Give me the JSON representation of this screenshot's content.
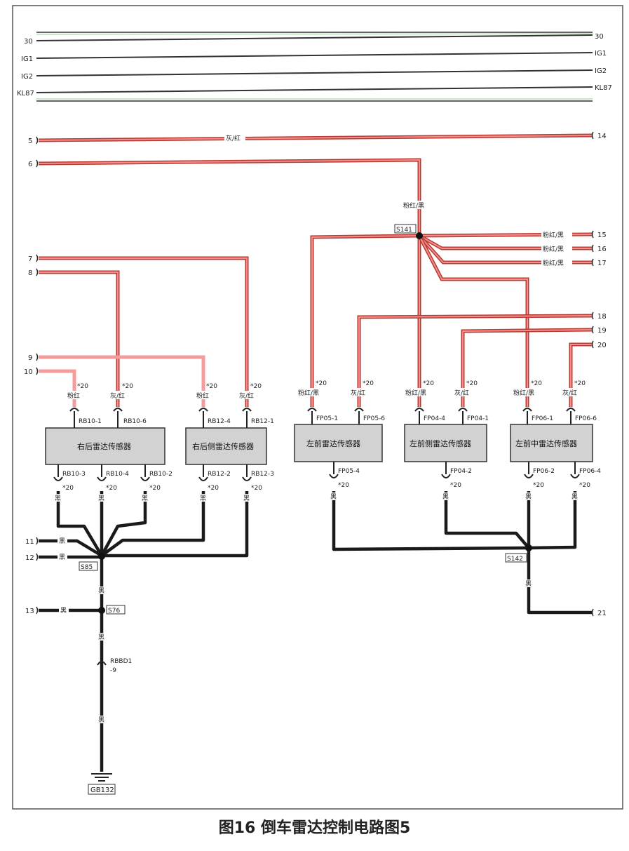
{
  "caption": "图16  倒车雷达控制电路图5",
  "buses": {
    "left": [
      "30",
      "IG1",
      "IG2",
      "KL87"
    ],
    "right": [
      "30",
      "IG1",
      "IG2",
      "KL87"
    ]
  },
  "pins_left": [
    "5",
    "6",
    "7",
    "8",
    "9",
    "10",
    "11",
    "12",
    "13"
  ],
  "pins_right": [
    "14",
    "15",
    "16",
    "17",
    "18",
    "19",
    "20",
    "21"
  ],
  "wire_colors": {
    "gray_red": "灰/红",
    "pink_red": "粉红",
    "pink_red_black": "粉红/黑",
    "black": "黑"
  },
  "splices": [
    "S141",
    "S85",
    "S142",
    "S76"
  ],
  "ground": "GB132",
  "inline_connector": [
    "RBBD1",
    "-9"
  ],
  "option_mark": "*20",
  "modules": [
    {
      "name": "右后雷达传感器",
      "top_pins": [
        "RB10-1",
        "RB10-6"
      ],
      "bottom_pins": [
        "RB10-3",
        "RB10-4",
        "RB10-2"
      ]
    },
    {
      "name": "右后侧雷达传感器",
      "top_pins": [
        "RB12-4",
        "RB12-1"
      ],
      "bottom_pins": [
        "RB12-2",
        "RB12-3"
      ]
    },
    {
      "name": "左前雷达传感器",
      "top_pins": [
        "FP05-1",
        "FP05-6"
      ],
      "bottom_pins": [
        "FP05-4"
      ]
    },
    {
      "name": "左前侧雷达传感器",
      "top_pins": [
        "FP04-4",
        "FP04-1"
      ],
      "bottom_pins": [
        "FP04-2"
      ]
    },
    {
      "name": "左前中雷达传感器",
      "top_pins": [
        "FP06-1",
        "FP06-6"
      ],
      "bottom_pins": [
        "FP06-2",
        "FP06-4"
      ]
    }
  ],
  "colors": {
    "wire_pink": "#f28e8e",
    "wire_red_edge": "#b8392f",
    "wire_black": "#1a1a1a",
    "module_fill": "#d2d2d2"
  }
}
